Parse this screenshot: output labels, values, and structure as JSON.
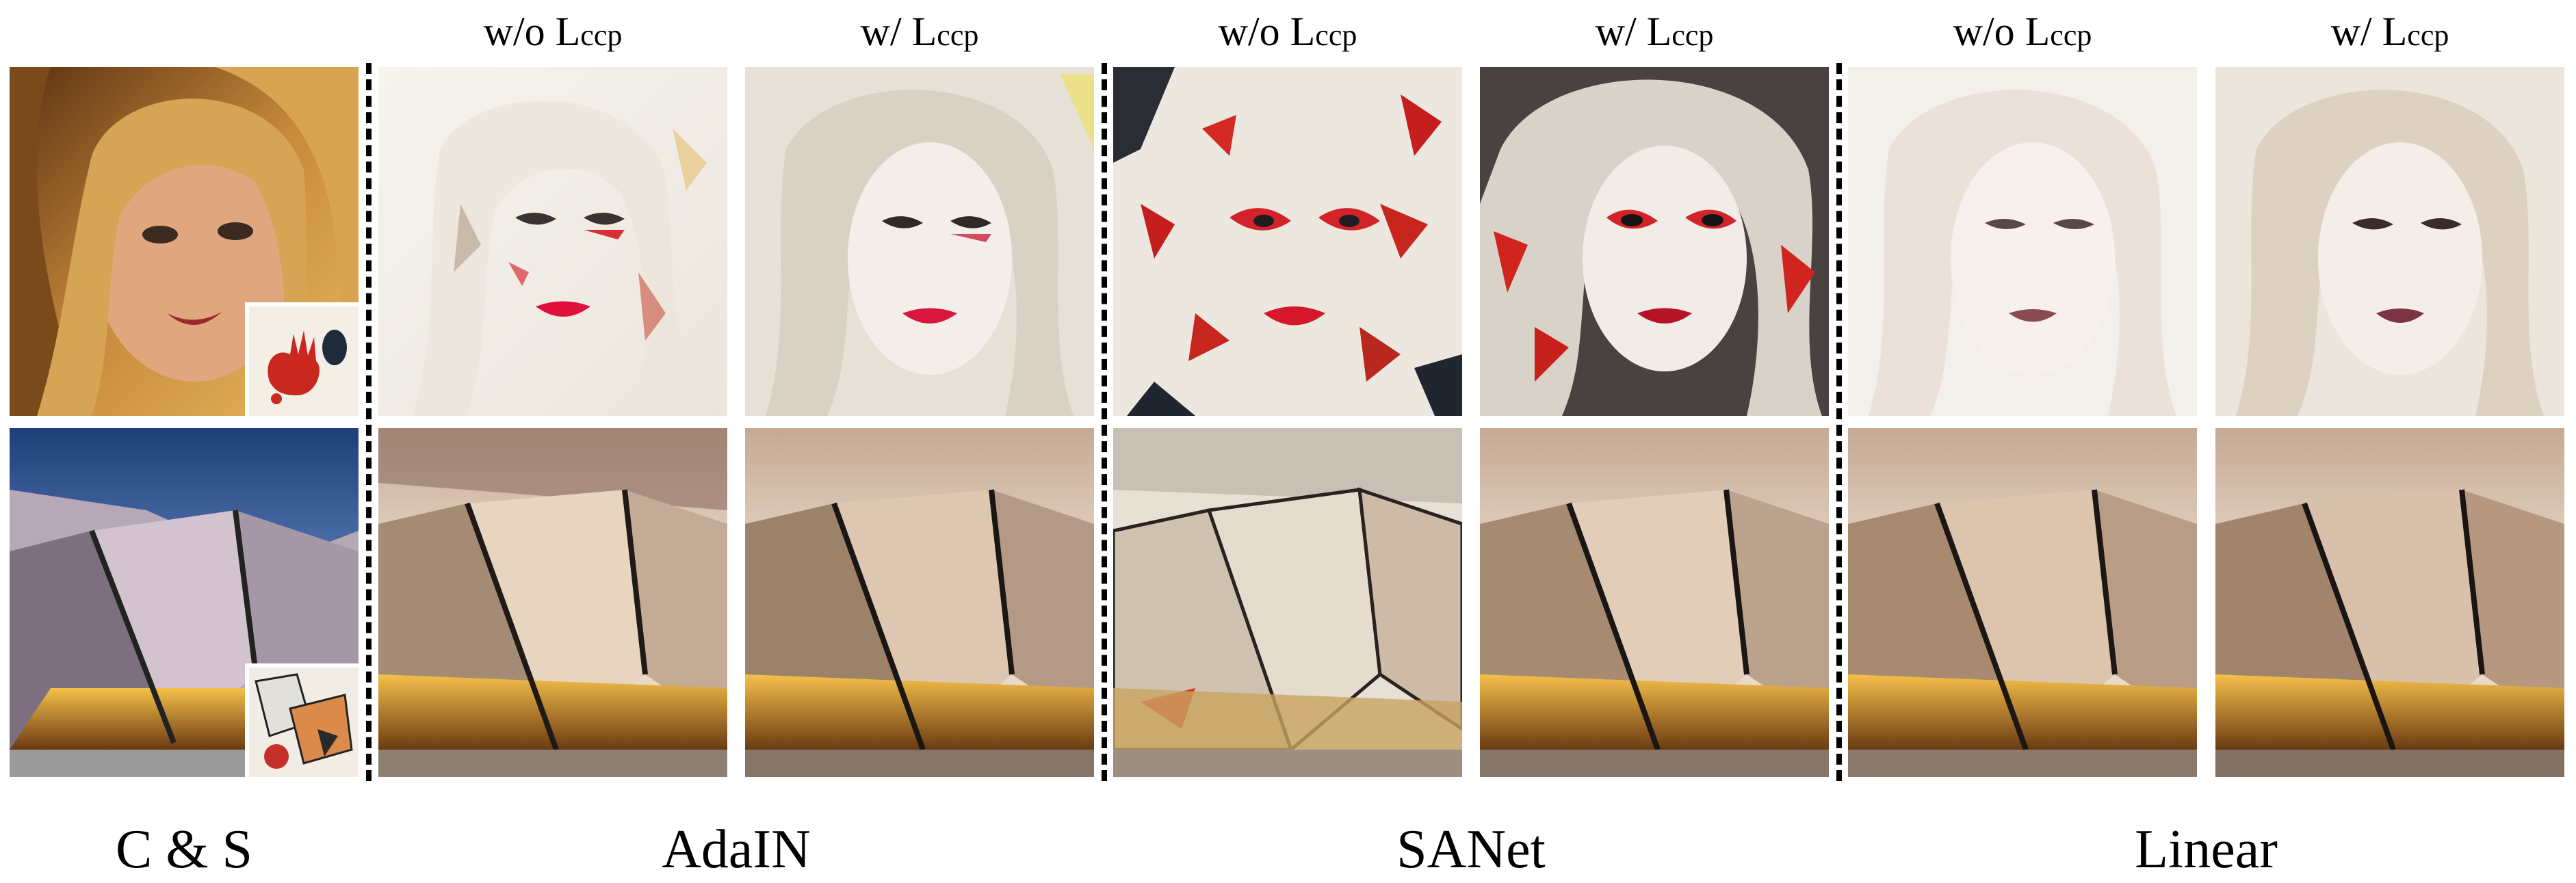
{
  "columns": [
    {
      "prefix": "w/o L",
      "sub": "ccp"
    },
    {
      "prefix": "w/ L",
      "sub": "ccp"
    },
    {
      "prefix": "w/o L",
      "sub": "ccp"
    },
    {
      "prefix": "w/ L",
      "sub": "ccp"
    },
    {
      "prefix": "w/o L",
      "sub": "ccp"
    },
    {
      "prefix": "w/ L",
      "sub": "ccp"
    }
  ],
  "groups": [
    "C & S",
    "AdaIN",
    "SANet",
    "Linear"
  ]
}
